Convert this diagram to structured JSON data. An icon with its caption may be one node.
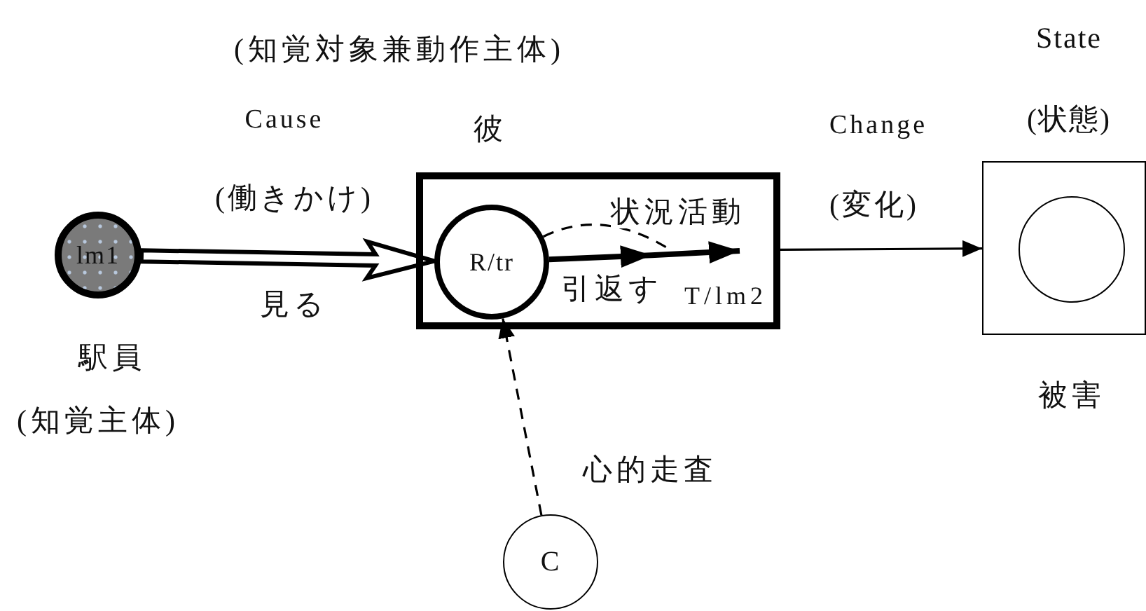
{
  "diagram": {
    "nodes": [
      {
        "text": [
          "lm1"
        ],
        "beside": [
          "駅員",
          "(知覚主体)"
        ]
      },
      {
        "text": [
          "彼"
        ],
        "beside": [
          "(知覚対象兼動作主体)"
        ]
      },
      {
        "text": [
          "R/tr"
        ],
        "in": 1
      },
      {
        "text": [
          "State",
          "(状態)"
        ],
        "beside": [
          "被害"
        ]
      },
      {
        "text": [],
        "shape": "circle",
        "in": 3
      },
      {
        "text": [
          "C"
        ]
      }
    ],
    "edges": [
      {
        "from": 0,
        "to": 2,
        "arrow": "to",
        "style": "thick",
        "label": "見る"
      },
      {
        "from": 2,
        "to": null,
        "arrow": "to",
        "style": "thick"
      },
      {
        "from": 2,
        "to": null,
        "arrow": "none",
        "style": "dashed",
        "label": "状況活動"
      },
      {
        "from": 1,
        "to": 3,
        "arrow": "to"
      },
      {
        "from": 5,
        "to": 2,
        "arrow": "to",
        "style": "dashed",
        "label": "心的走査"
      }
    ],
    "labels": [
      "Cause",
      "(働きかけ)",
      "Change",
      "(変化)",
      "引返す",
      "T/lm2"
    ]
  }
}
